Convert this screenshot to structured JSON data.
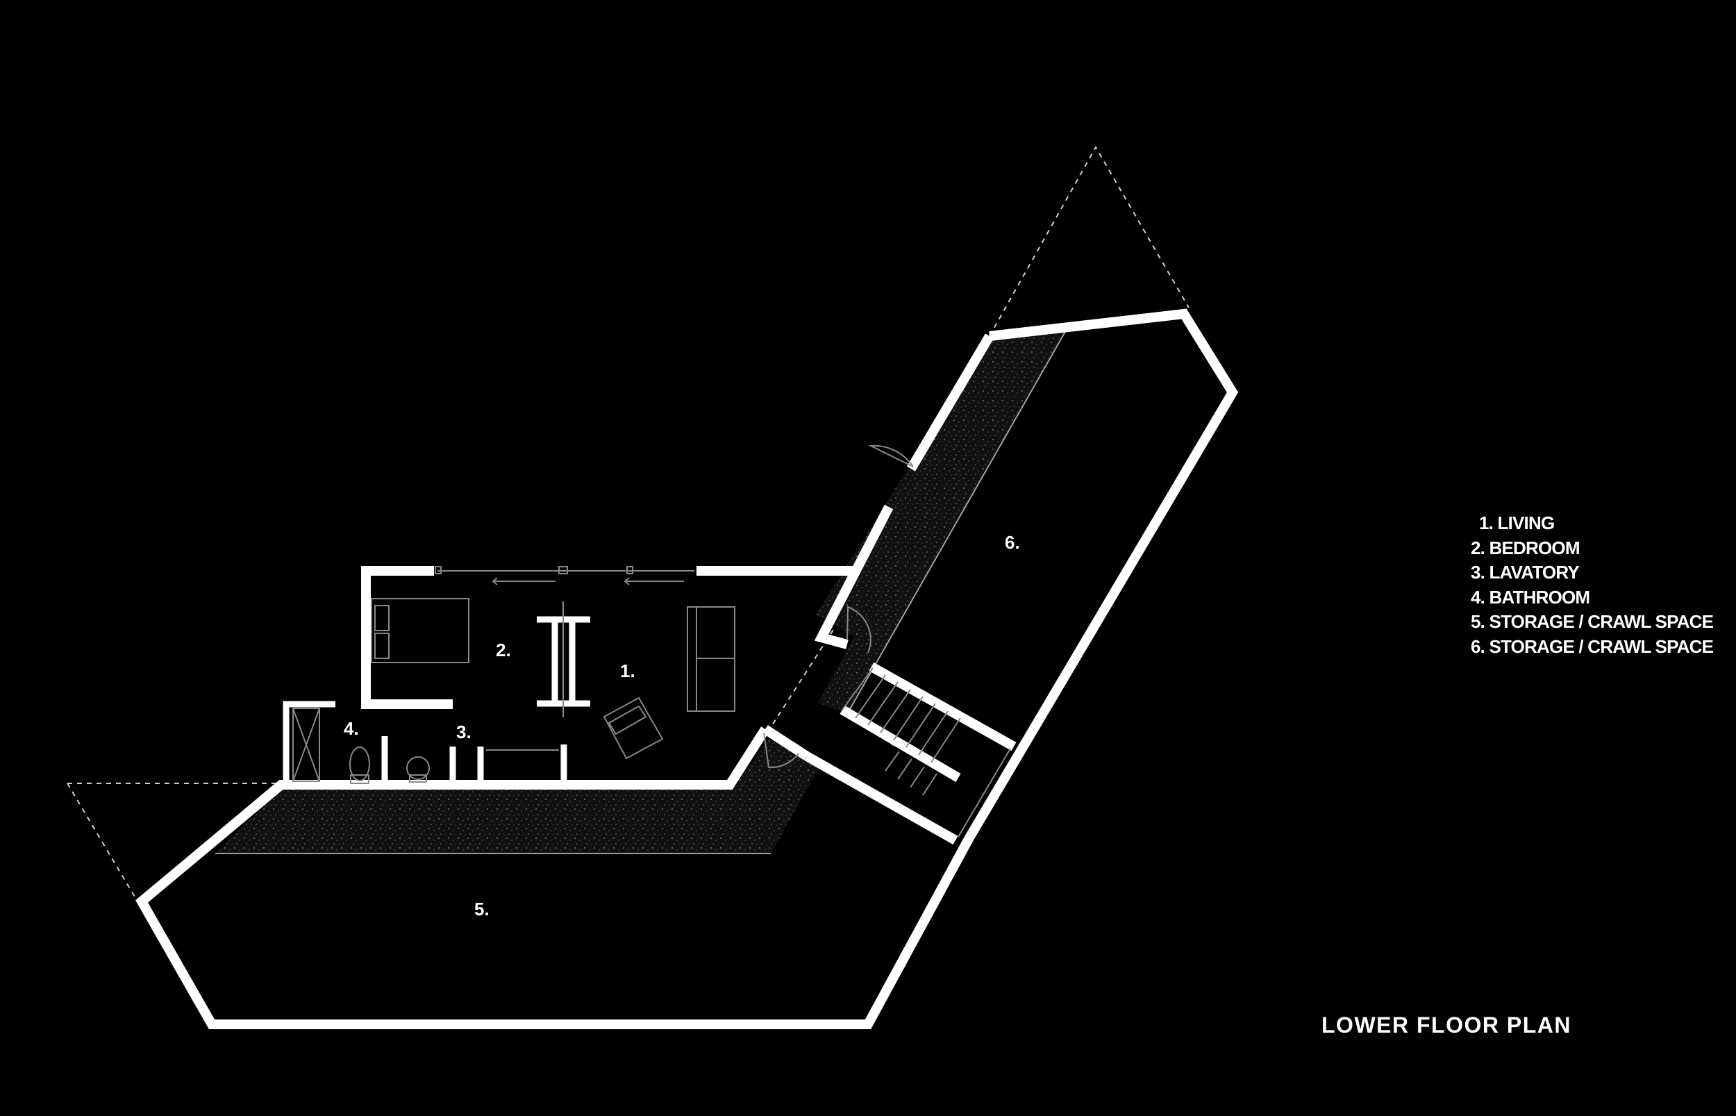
{
  "plan": {
    "title": "LOWER FLOOR PLAN",
    "rooms": [
      {
        "number": "1.",
        "name": "LIVING"
      },
      {
        "number": "2.",
        "name": "BEDROOM"
      },
      {
        "number": "3.",
        "name": "LAVATORY"
      },
      {
        "number": "4.",
        "name": "BATHROOM"
      },
      {
        "number": "5.",
        "name": "STORAGE / CRAWL SPACE"
      },
      {
        "number": "6.",
        "name": "STORAGE / CRAWL SPACE"
      }
    ],
    "legend": [
      "1. LIVING",
      "2. BEDROOM",
      "3. LAVATORY",
      "4. BATHROOM",
      "5. STORAGE / CRAWL SPACE",
      "6. STORAGE / CRAWL SPACE"
    ]
  },
  "colors": {
    "background": "#000000",
    "wall": "#ffffff",
    "fine_line": "#9a9a9a",
    "speckle_fill": "#1c1c1c"
  }
}
